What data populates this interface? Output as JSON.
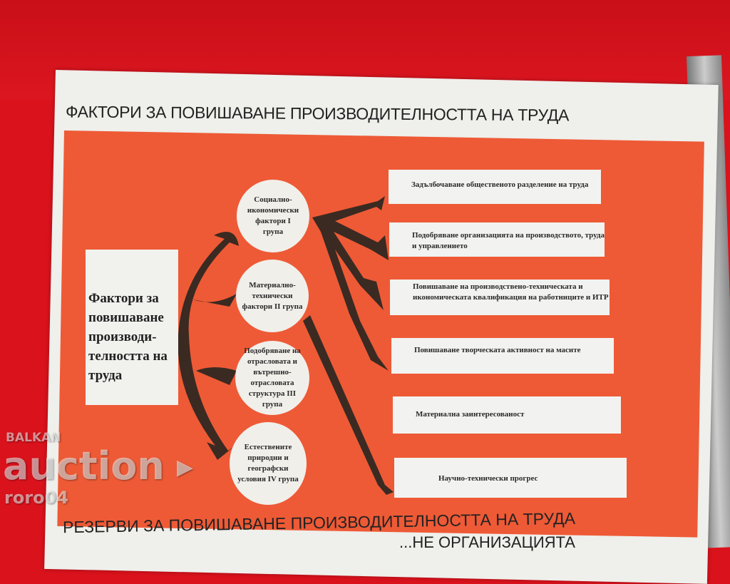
{
  "poster": {
    "title": "ФАКТОРИ ЗА ПОВИШАВАНЕ ПРОИЗВОДИТЕЛНОСТТА НА ТРУДА",
    "main_box": "Фактори за повишаване производи-телността на труда",
    "groups": [
      "Социално-икономически фактори I група",
      "Материално-технически фактори II група",
      "Подобряване на отрасловата и вътрешно-отрасловата структура III група",
      "Естествените природни и географски условия IV група"
    ],
    "factors": [
      "Задълбочаване общественото разделение на труда",
      "Подобряване организацията на производството, труда и управлението",
      "Повишаване на производствено-техническата и икономическата квалификация на работниците и ИТР",
      "Повишаване творческата активност на масите",
      "Материална заинтересованост",
      "Научно-технически прогрес"
    ],
    "bottom_title": "РЕЗЕРВИ ЗА ПОВИШАВАНЕ ПРОИЗВОДИТЕЛНОСТТА НА ТРУДА",
    "bottom_subtitle": "...НЕ ОРГАНИЗАЦИЯТА"
  },
  "watermark": {
    "top": "BALKAN",
    "main": "auction",
    "user": "roro04"
  },
  "colors": {
    "background": "#d9121c",
    "panel": "#ee5a36",
    "paper": "#efefeb",
    "arrows": "#3a2a22"
  }
}
